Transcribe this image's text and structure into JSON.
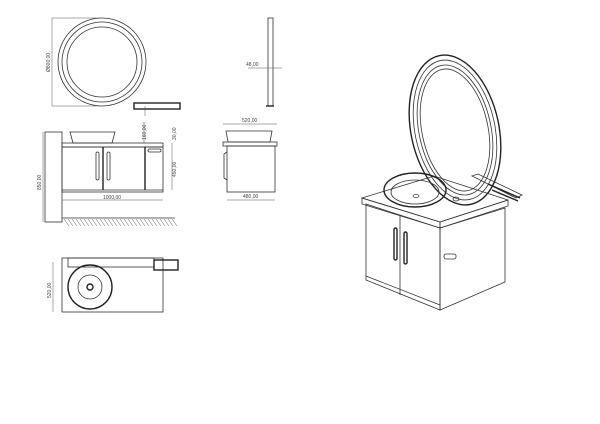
{
  "dimensions": {
    "mirror_diameter": "Ø800,00",
    "basin_height": "160,00",
    "countertop_thickness": "30,00",
    "cabinet_height": "450,00",
    "total_height": "850,00",
    "cabinet_width": "1000,00",
    "mirror_depth": "48,00",
    "side_top_depth": "520,00",
    "side_cabinet_depth": "480,00",
    "plan_depth": "520,00"
  }
}
